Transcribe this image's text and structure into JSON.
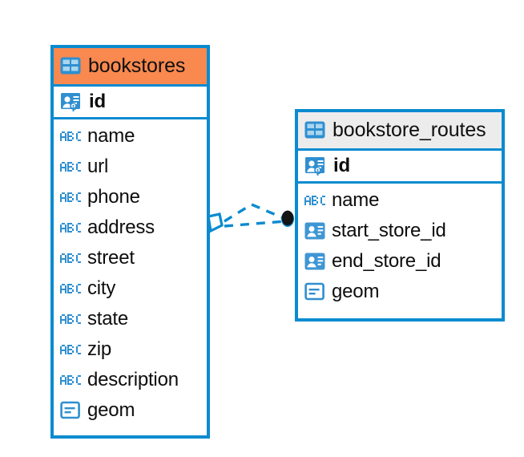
{
  "diagram": {
    "type": "entity-relationship-diagram",
    "background_color": "#ffffff",
    "accent_color": "#0a8bd0",
    "highlight_color": "#f9894f",
    "header_grey": "#ececec"
  },
  "tables": [
    {
      "name": "bookstores",
      "header_style": "orange",
      "title_icon": "table-icon",
      "primary_key": {
        "label": "id",
        "icon": "primary-key-icon"
      },
      "fields": [
        {
          "label": "name",
          "icon": "abc-text-icon"
        },
        {
          "label": "url",
          "icon": "abc-text-icon"
        },
        {
          "label": "phone",
          "icon": "abc-text-icon"
        },
        {
          "label": "address",
          "icon": "abc-text-icon"
        },
        {
          "label": "street",
          "icon": "abc-text-icon"
        },
        {
          "label": "city",
          "icon": "abc-text-icon"
        },
        {
          "label": "state",
          "icon": "abc-text-icon"
        },
        {
          "label": "zip",
          "icon": "abc-text-icon"
        },
        {
          "label": "description",
          "icon": "abc-text-icon"
        },
        {
          "label": "geom",
          "icon": "geometry-icon"
        }
      ]
    },
    {
      "name": "bookstore_routes",
      "header_style": "grey",
      "title_icon": "table-icon",
      "primary_key": {
        "label": "id",
        "icon": "primary-key-icon"
      },
      "fields": [
        {
          "label": "name",
          "icon": "abc-text-icon"
        },
        {
          "label": "start_store_id",
          "icon": "foreign-key-icon"
        },
        {
          "label": "end_store_id",
          "icon": "foreign-key-icon"
        },
        {
          "label": "geom",
          "icon": "geometry-icon"
        }
      ]
    }
  ],
  "relationship": {
    "from_table": "bookstores",
    "to_table": "bookstore_routes",
    "line_style": "dashed",
    "line_color": "#0a8bd0",
    "source_marker": "diamond-marker",
    "target_marker": "filled-circle-marker"
  }
}
